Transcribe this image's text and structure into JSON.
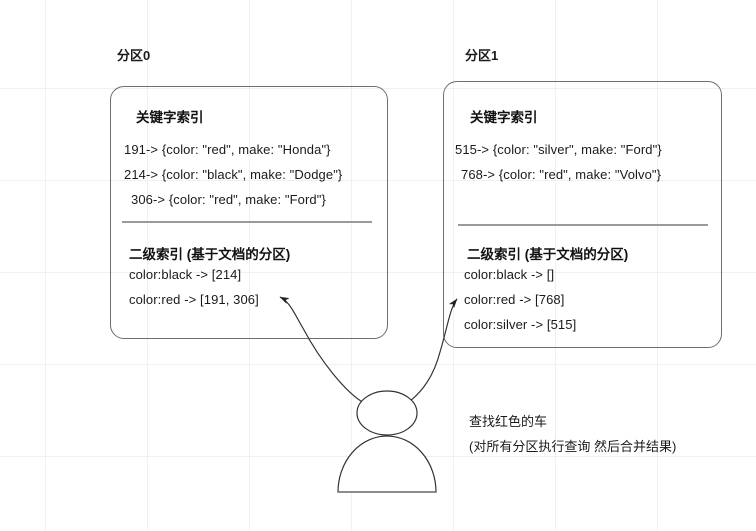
{
  "diagram": {
    "title_note": "document-partitioned secondary index query",
    "partitions": [
      {
        "label": "分区0",
        "keyword_index_title": "关键字索引",
        "keyword_entries": [
          "191-> {color: \"red\", make: \"Honda\"}",
          "214-> {color: \"black\", make: \"Dodge\"}",
          "306-> {color: \"red\", make: \"Ford\"}"
        ],
        "secondary_index_title": "二级索引 (基于文档的分区)",
        "secondary_entries": [
          "color:black -> [214]",
          "color:red -> [191, 306]"
        ]
      },
      {
        "label": "分区1",
        "keyword_index_title": "关键字索引",
        "keyword_entries": [
          "515-> {color: \"silver\", make: \"Ford\"}",
          "768-> {color: \"red\", make: \"Volvo\"}"
        ],
        "secondary_index_title": "二级索引 (基于文档的分区)",
        "secondary_entries": [
          "color:black -> []",
          "color:red -> [768]",
          "color:silver -> [515]"
        ]
      }
    ],
    "actor": {
      "icon": "person-icon",
      "caption_lines": [
        "查找红色的车",
        "(对所有分区执行查询 然后合并结果)"
      ]
    },
    "colors": {
      "stroke": "#6e6e6e",
      "text": "#1a1a1a",
      "grid": "#f0f0f0",
      "connector": "#333333"
    }
  }
}
